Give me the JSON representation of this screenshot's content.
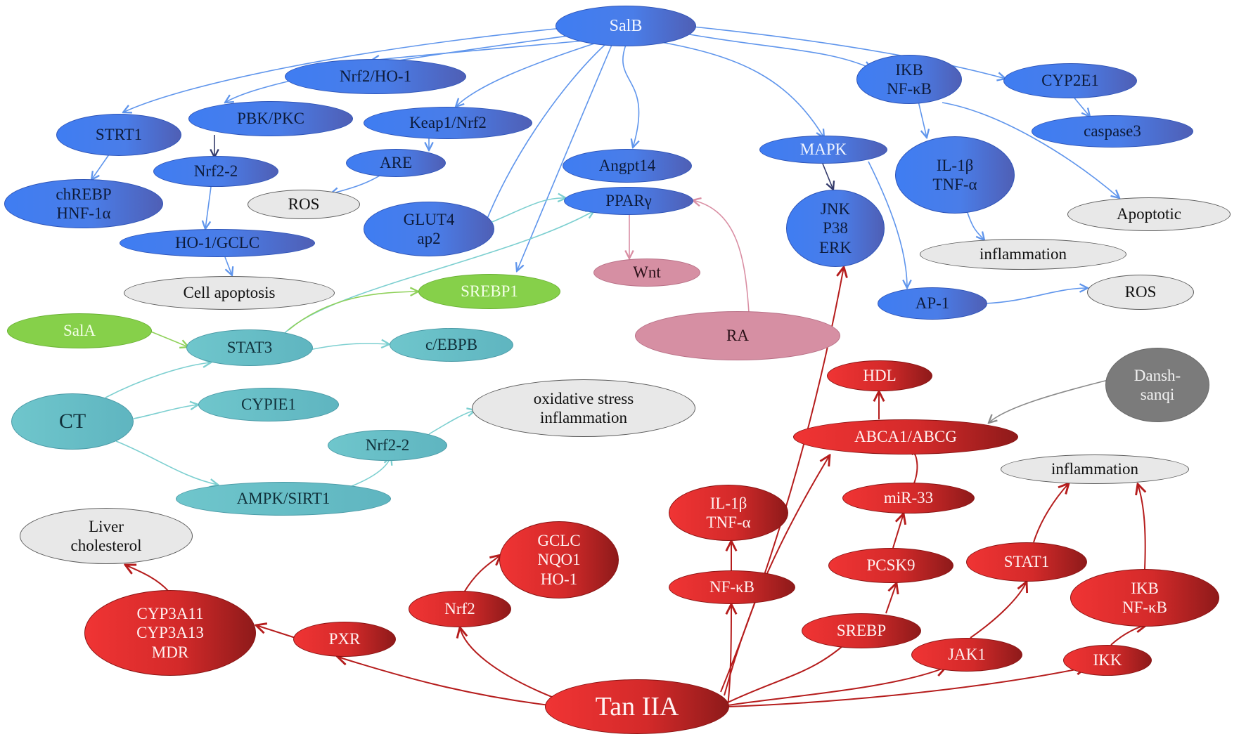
{
  "nodes": {
    "salb": "SalB",
    "nrf2_ho1": "Nrf2/HO-1",
    "ikb_nfkb_top": [
      "IKB",
      "NF-κB"
    ],
    "cyp2e1": "CYP2E1",
    "strt1": "STRT1",
    "pbk_pkc": "PBK/PKC",
    "keap1_nrf2": "Keap1/Nrf2",
    "caspase3": "caspase3",
    "nrf2_2_top": "Nrf2-2",
    "are": "ARE",
    "angpt14": "Angpt14",
    "mapk": "MAPK",
    "il1b_tnfa_blue": [
      "IL-1β",
      "TNF-α"
    ],
    "chrebp": [
      "chREBP",
      "HNF-1α"
    ],
    "ros_top": "ROS",
    "glut4": [
      "GLUT4",
      "ap2"
    ],
    "ppary": "PPARγ",
    "jnk": [
      "JNK",
      "P38",
      "ERK"
    ],
    "apoptotic": "Apoptotic",
    "ho1_gclc": "HO-1/GCLC",
    "wnt": "Wnt",
    "inflammation_top": "inflammation",
    "cell_apoptosis": "Cell  apoptosis",
    "srebp1": "SREBP1",
    "ap1": "AP-1",
    "ros_right": "ROS",
    "sala": "SalA",
    "ra": "RA",
    "stat3": "STAT3",
    "cebpb": "c/EBPB",
    "hdl": "HDL",
    "danshsanqi": [
      "Dansh-",
      "sanqi"
    ],
    "ct": "CT",
    "cypie1": "CYPIE1",
    "oxidative": [
      "oxidative  stress",
      "inflammation"
    ],
    "abca1": "ABCA1/ABCG",
    "nrf2_2_mid": "Nrf2-2",
    "inflammation_bottom": "inflammation",
    "ampk": "AMPK/SIRT1",
    "il1b_tnfa_red": [
      "IL-1β",
      "TNF-α"
    ],
    "mir33": "miR-33",
    "liver": [
      "Liver",
      "cholesterol"
    ],
    "gclc_nqo1": [
      "GCLC",
      "NQO1",
      "HO-1"
    ],
    "pcsk9": "PCSK9",
    "stat1": "STAT1",
    "nfkb_red": "NF-κB",
    "ikb_nfkb_red": [
      "IKB",
      "NF-κB"
    ],
    "nrf2_red": "Nrf2",
    "cyp3a": [
      "CYP3A11",
      "CYP3A13",
      "MDR"
    ],
    "pxr": "PXR",
    "srebp": "SREBP",
    "jak1": "JAK1",
    "ikk": "IKK",
    "taniia": "Tan IIA"
  },
  "colors": {
    "blue_edge": "#5f95ec",
    "dark_edge": "#333a6b",
    "teal_edge": "#7ccfd0",
    "green_edge": "#8fd15a",
    "pink_edge": "#d98ea3",
    "grey_edge": "#8a8a8a",
    "red_edge": "#b51c1c"
  }
}
